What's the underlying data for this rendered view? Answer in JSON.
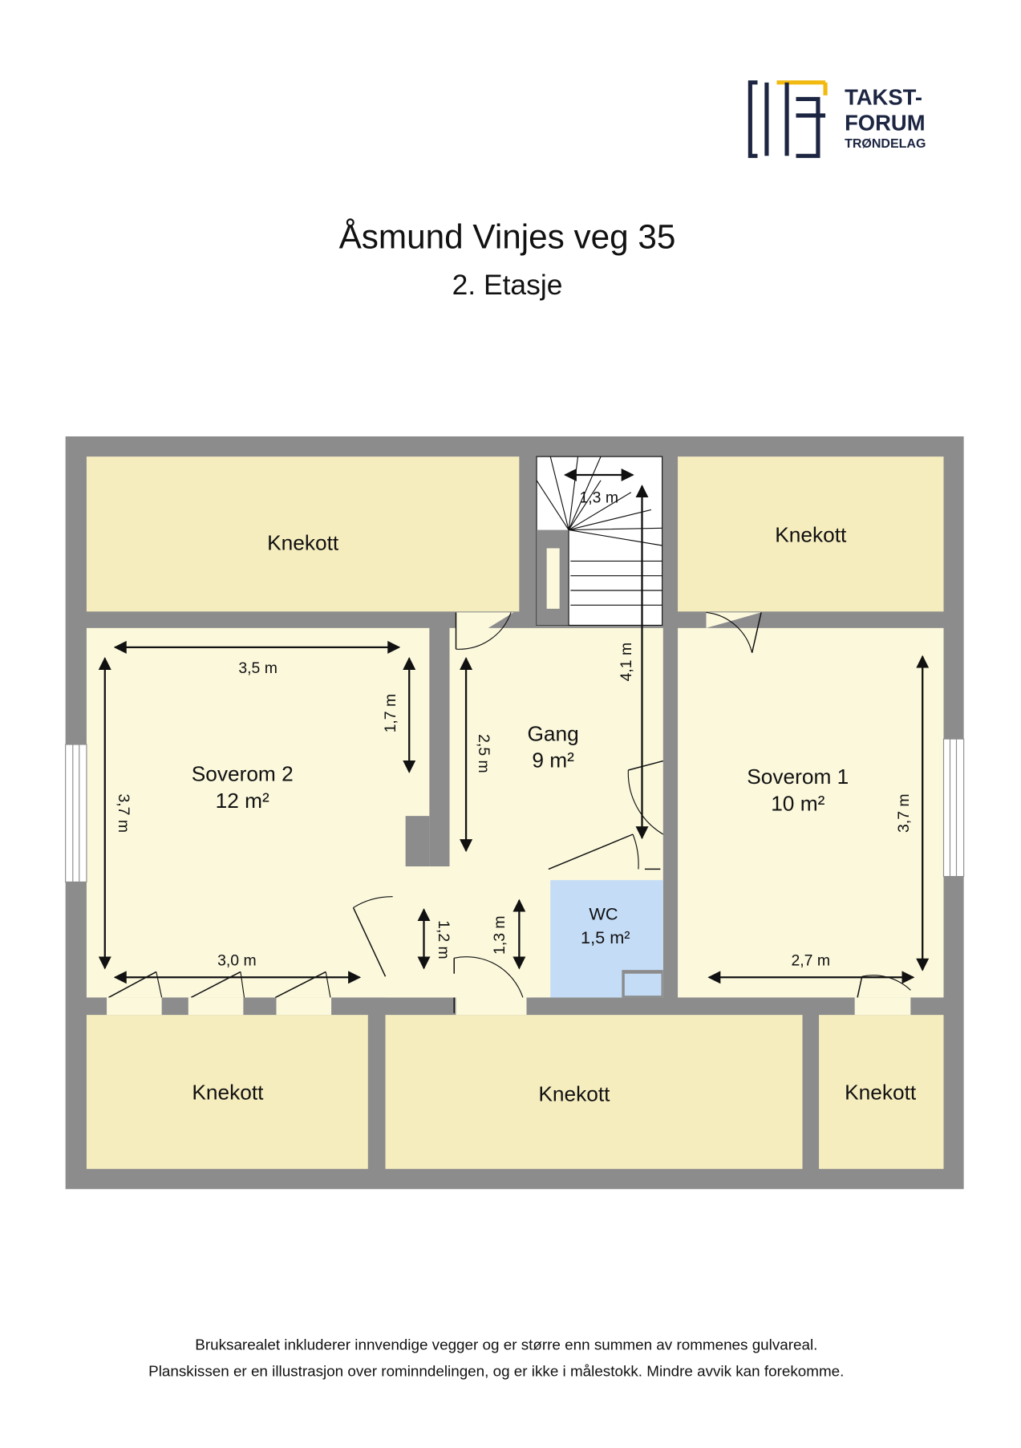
{
  "header": {
    "title": "Åsmund Vinjes veg 35",
    "floor": "2. Etasje"
  },
  "logo": {
    "line1": "TAKST-",
    "line2": "FORUM",
    "line3": "TRØNDELAG",
    "colors": {
      "navy": "#1c2541",
      "accent": "#f2b90f"
    }
  },
  "colors": {
    "wall": "#8c8c8c",
    "room_fill": "#fbf8dc",
    "knekott_fill": "#f6edbf",
    "wc_fill": "#c4dcf6",
    "dimension": "#111111"
  },
  "rooms": {
    "knekott_top_left": {
      "name": "Knekott"
    },
    "knekott_top_right": {
      "name": "Knekott"
    },
    "soverom2": {
      "name": "Soverom 2",
      "area": "12 m²"
    },
    "gang": {
      "name": "Gang",
      "area": "9 m²"
    },
    "soverom1": {
      "name": "Soverom 1",
      "area": "10 m²"
    },
    "wc": {
      "name": "WC",
      "area": "1,5 m²"
    },
    "knekott_bottom_left": {
      "name": "Knekott"
    },
    "knekott_bottom_mid": {
      "name": "Knekott"
    },
    "knekott_bottom_right": {
      "name": "Knekott"
    }
  },
  "dimensions": {
    "stair_width": "1,3 m",
    "stair_height": "4,1 m",
    "sov2_width_top": "3,5 m",
    "sov2_recess": "1,7 m",
    "sov2_height": "3,7 m",
    "sov2_width_bottom": "3,0 m",
    "gang_height": "2,5 m",
    "passage_a": "1,2 m",
    "passage_b": "1,3 m",
    "sov1_height": "3,7 m",
    "sov1_width": "2,7 m"
  },
  "footer": {
    "line1": "Bruksarealet inkluderer innvendige vegger og er større enn summen av rommenes gulvareal.",
    "line2": "Planskissen er en illustrasjon over rominndelingen, og er ikke i målestokk. Mindre avvik kan forekomme."
  }
}
